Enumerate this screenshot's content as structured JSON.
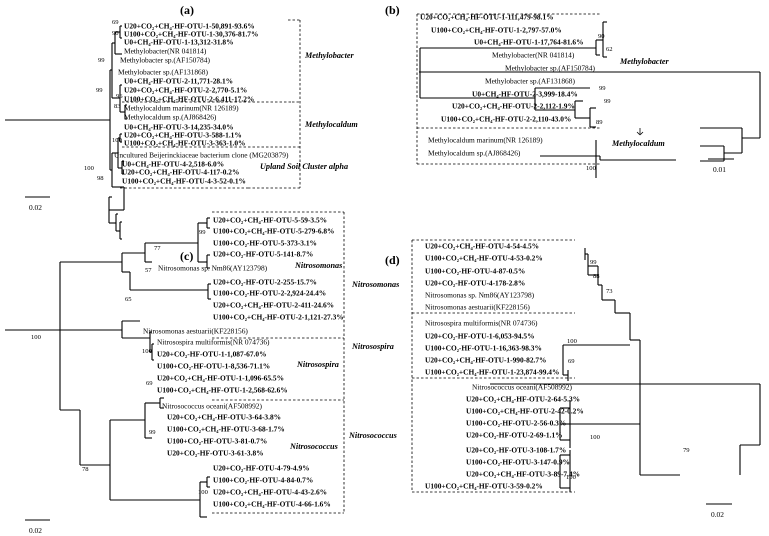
{
  "panels": [
    {
      "label": "(a)",
      "scale": "0.02",
      "groups": [
        "Methylobacter",
        "Methylocaldum",
        "Upland Soil Cluster alpha"
      ],
      "leaves": [
        {
          "text": "U20+CO₂+CH₄-HF-OTU-1-50,891-93.6%",
          "bold": true
        },
        {
          "text": "U100+CO₂+CH₄-HF-OTU-1-30,376-81.7%",
          "bold": true
        },
        {
          "text": "U0+CH₄-HF-OTU-1-13,312-31.8%",
          "bold": true
        },
        {
          "text": "Methylobacter(NR 041814)",
          "bold": false
        },
        {
          "text": "Methylobacter sp.(AF150784)",
          "bold": false
        },
        {
          "text": "Methylobacter sp.(AF131868)",
          "bold": false
        },
        {
          "text": "U0+CH₄-HF-OTU-2-11,771-28.1%",
          "bold": true
        },
        {
          "text": "U20+CO₂+CH₄-HF-OTU-2-2,770-5.1%",
          "bold": true
        },
        {
          "text": "U100+CO₂+CH₄-HF-OTU-2-6,411-17.2%",
          "bold": true
        },
        {
          "text": "Methylocaldum marinum(NR 126189)",
          "bold": false
        },
        {
          "text": "Methylocaldum sp.(AJ868426)",
          "bold": false
        },
        {
          "text": "U0+CH₄-HF-OTU-3-14,235-34.0%",
          "bold": true
        },
        {
          "text": "U20+CO₂+CH₄-HF-OTU-3-588-1.1%",
          "bold": true
        },
        {
          "text": "U100+CO₂+CH₄-HF-OTU-3-363-1.0%",
          "bold": true
        },
        {
          "text": "Uncultured Beijerinckiaceae bacterium clone (MG203879)",
          "bold": false
        },
        {
          "text": "U0+CH₄-HF-OTU-4-2,518-6.0%",
          "bold": true
        },
        {
          "text": "U20+CO₂+CH₄-HF-OTU-4-117-0.2%",
          "bold": true
        },
        {
          "text": "U100+CO₂+CH₄-HF-OTU-4-3-52-0.1%",
          "bold": true
        }
      ],
      "bootstraps": [
        "69",
        "90",
        "99",
        "96",
        "99",
        "83",
        "100",
        "100",
        "98"
      ]
    },
    {
      "label": "(b)",
      "scale": "0.01",
      "groups": [
        "Methylobacter",
        "Methylocaldum"
      ],
      "leaves": [
        {
          "text": "U20+CO₂+CH₄-HF-OTU-1-111,479-98.1%",
          "bold": true
        },
        {
          "text": "U100+CO₂+CH₄-HF-OTU-1-2,797-57.0%",
          "bold": true
        },
        {
          "text": "U0+CH₄-HF-OTU-1-17,764-81.6%",
          "bold": true
        },
        {
          "text": "Methylobacter(NR 041814)",
          "bold": false
        },
        {
          "text": "Methylobacter sp.(AF150784)",
          "bold": false
        },
        {
          "text": "Methylobacter sp.(AF131868)",
          "bold": false
        },
        {
          "text": "U0+CH₄-HF-OTU-2-3,999-18.4%",
          "bold": true
        },
        {
          "text": "U20+CO₂+CH₄-HF-OTU-2-2,112-1.9%",
          "bold": true
        },
        {
          "text": "U100+CO₂+CH₄-HF-OTU-2-2,110-43.0%",
          "bold": true
        },
        {
          "text": "Methylocaldum marinum(NR 126189)",
          "bold": false
        },
        {
          "text": "Methylocaldum sp.(AJ868426)",
          "bold": false
        }
      ],
      "bootstraps": [
        "62",
        "90",
        "99",
        "99",
        "89",
        "100"
      ]
    },
    {
      "label": "(c)",
      "scale": "0.02",
      "groups": [
        "Nitrosomonas",
        "Nitrosospira",
        "Nitrosococcus"
      ],
      "leaves": [
        {
          "text": "U20+CO₂+CH₄-HF-OTU-5-59-3.5%",
          "bold": true
        },
        {
          "text": "U100+CO₂+CH₄-HF-OTU-5-279-6.8%",
          "bold": true
        },
        {
          "text": "U100+CO₂-HF-OTU-5-373-3.1%",
          "bold": true
        },
        {
          "text": "U20+CO₂-HF-OTU-5-141-8.7%",
          "bold": true
        },
        {
          "text": "Nitrosomonas sp. Nm86(AY123798)",
          "bold": false
        },
        {
          "text": "U20+CO₂-HF-OTU-2-255-15.7%",
          "bold": true
        },
        {
          "text": "U100+CO₂-HF-OTU-2-2,924-24.4%",
          "bold": true
        },
        {
          "text": "U20+CO₂+CH₄-HF-OTU-2-411-24.6%",
          "bold": true
        },
        {
          "text": "U100+CO₂+CH₄-HF-OTU-2-1,121-27.3%",
          "bold": true
        },
        {
          "text": "Nitrosomonas aestuarii(KF228156)",
          "bold": false
        },
        {
          "text": "Nitrosospira multiformis(NR 074736)",
          "bold": false
        },
        {
          "text": "U20+CO₂-HF-OTU-1-1,087-67.0%",
          "bold": true
        },
        {
          "text": "U100+CO₂-HF-OTU-1-8,536-71.1%",
          "bold": true
        },
        {
          "text": "U20+CO₂+CH₄-HF-OTU-1-1,096-65.5%",
          "bold": true
        },
        {
          "text": "U100+CO₂+CH₄-HF-OTU-1-2,568-62.6%",
          "bold": true
        },
        {
          "text": "Nitrosococcus oceani(AF508992)",
          "bold": false
        },
        {
          "text": "U20+CO₂+CH₄-HF-OTU-3-64-3.8%",
          "bold": true
        },
        {
          "text": "U100+CO₂+CH₄-HF-OTU-3-68-1.7%",
          "bold": true
        },
        {
          "text": "U100+CO₂-HF-OTU-3-81-0.7%",
          "bold": true
        },
        {
          "text": "U20+CO₂-HF-OTU-3-61-3.8%",
          "bold": true
        },
        {
          "text": "U20+CO₂-HF-OTU-4-79-4.9%",
          "bold": true
        },
        {
          "text": "U100+CO₂-HF-OTU-4-84-0.7%",
          "bold": true
        },
        {
          "text": "U20+CO₂+CH₄-HF-OTU-4-43-2.6%",
          "bold": true
        },
        {
          "text": "U100+CO₂+CH₄-HF-OTU-4-66-1.6%",
          "bold": true
        }
      ],
      "bootstraps": [
        "99",
        "77",
        "57",
        "65",
        "100",
        "100",
        "69",
        "99",
        "78",
        "100"
      ]
    },
    {
      "label": "(d)",
      "scale": "0.02",
      "groups": [
        "Nitrosomonas",
        "Nitrosospira",
        "Nitrosococcus"
      ],
      "leaves": [
        {
          "text": "U20+CO₂+CH₄-HF-OTU-4-54-4.5%",
          "bold": true
        },
        {
          "text": "U100+CO₂+CH₄-HF-OTU-4-53-0.2%",
          "bold": true
        },
        {
          "text": "U100+CO₂-HF-OTU-4-87-0.5%",
          "bold": true
        },
        {
          "text": "U20+CO₂-HF-OTU-4-178-2.8%",
          "bold": true
        },
        {
          "text": "Nitrosomonas sp. Nm86(AY123798)",
          "bold": false
        },
        {
          "text": "Nitrosomonas aestuarii(KF228156)",
          "bold": false
        },
        {
          "text": "Nitrosospira multiformis(NR 074736)",
          "bold": false
        },
        {
          "text": "U20+CO₂-HF-OTU-1-6,053-94.5%",
          "bold": true
        },
        {
          "text": "U100+CO₂-HF-OTU-1-16,363-98.3%",
          "bold": true
        },
        {
          "text": "U20+CO₂+CH₄-HF-OTU-1-990-82.7%",
          "bold": true
        },
        {
          "text": "U100+CO₂+CH₄-HF-OTU-1-23,874-99.4%",
          "bold": true
        },
        {
          "text": "Nitrosococcus oceani(AF508992)",
          "bold": false
        },
        {
          "text": "U20+CO₂+CH₄-HF-OTU-2-64-5.3%",
          "bold": true
        },
        {
          "text": "U100+CO₂+CH₄-HF-OTU-2-42-0.2%",
          "bold": true
        },
        {
          "text": "U100+CO₂-HF-OTU-2-56-0.3%",
          "bold": true
        },
        {
          "text": "U20+CO₂-HF-OTU-2-69-1.1%",
          "bold": true
        },
        {
          "text": "U20+CO₂-HF-OTU-3-108-1.7%",
          "bold": true
        },
        {
          "text": "U100+CO₂-HF-OTU-3-147-0.9%",
          "bold": true
        },
        {
          "text": "U20+CO₂+CH₄-HF-OTU-3-89-7.4%",
          "bold": true
        },
        {
          "text": "U100+CO₂+CH₄-HF-OTU-3-59-0.2%",
          "bold": true
        }
      ],
      "bootstraps": [
        "99",
        "88",
        "73",
        "100",
        "69",
        "100",
        "100",
        "79"
      ]
    }
  ]
}
